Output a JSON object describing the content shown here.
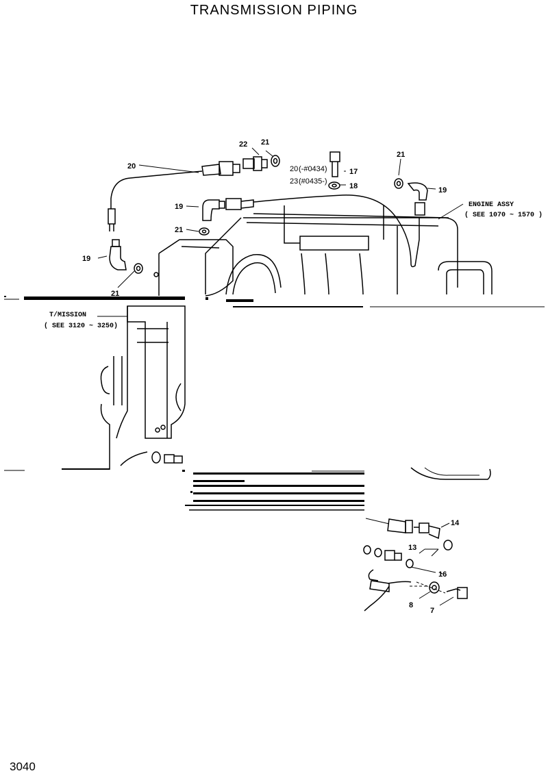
{
  "title": "TRANSMISSION  PIPING",
  "page_number": "3040",
  "callouts": {
    "c20": "20",
    "c22": "22",
    "c21_top": "21",
    "c20_note": "20",
    "c20_note_range": "(-#0434)",
    "c23_note": "23",
    "c23_note_range": "(#0435-)",
    "c17": "17",
    "c18": "18",
    "c21_right": "21",
    "c19_right": "19",
    "c19_mid": "19",
    "c21_mid": "21",
    "c19_left": "19",
    "c21_left": "21",
    "c14": "14",
    "c13": "13",
    "c16": "16",
    "c8": "8",
    "c7": "7"
  },
  "notes": {
    "engine_assy": "ENGINE ASSY",
    "engine_see": "( SEE 1070 ~ 1570 )",
    "tmission": "T/MISSION",
    "tmission_see": "( SEE 3120 ~ 3250)"
  }
}
